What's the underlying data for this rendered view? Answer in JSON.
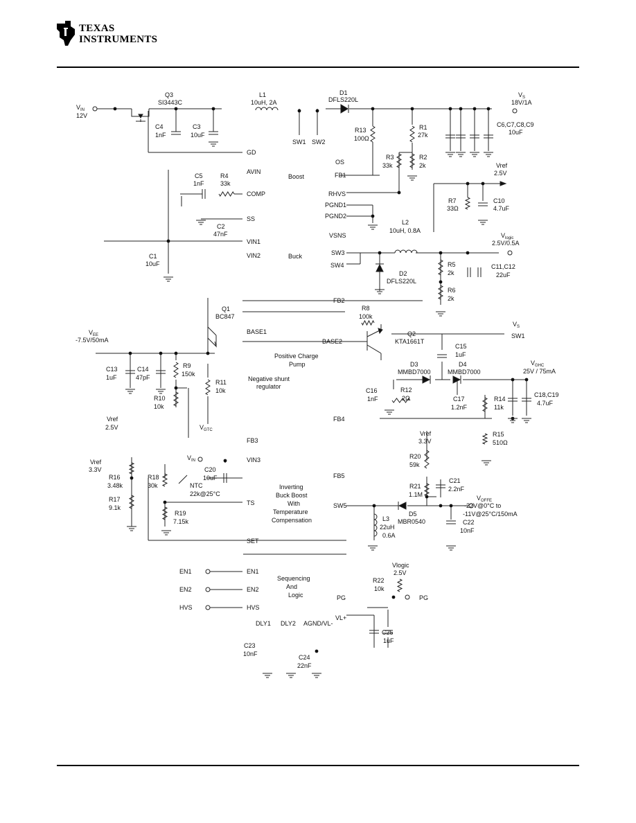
{
  "header": {
    "logo_line1": "TEXAS",
    "logo_line2": "INSTRUMENTS"
  },
  "labels": [
    {
      "id": "vin",
      "t": "V",
      "sub": "IN"
    },
    {
      "id": "vin_val",
      "t": "12V"
    },
    {
      "id": "q3",
      "t": "Q3"
    },
    {
      "id": "q3_part",
      "t": "SI3443C"
    },
    {
      "id": "c4",
      "t": "C4"
    },
    {
      "id": "c4_val",
      "t": "1nF"
    },
    {
      "id": "c3",
      "t": "C3"
    },
    {
      "id": "c3_val",
      "t": "10uF"
    },
    {
      "id": "l1",
      "t": "L1"
    },
    {
      "id": "l1_val",
      "t": "10uH, 2A"
    },
    {
      "id": "d1",
      "t": "D1"
    },
    {
      "id": "d1_part",
      "t": "DFLS220L"
    },
    {
      "id": "vs",
      "t": "V",
      "sub": "S"
    },
    {
      "id": "vs_val",
      "t": "18V/1A"
    },
    {
      "id": "c6",
      "t": "C6,C7,C8,C9"
    },
    {
      "id": "c6_val",
      "t": "10uF"
    },
    {
      "id": "sw1",
      "t": "SW1"
    },
    {
      "id": "sw2",
      "t": "SW2"
    },
    {
      "id": "r13",
      "t": "R13"
    },
    {
      "id": "r13_val",
      "t": "100Ω"
    },
    {
      "id": "r1",
      "t": "R1"
    },
    {
      "id": "r1_val",
      "t": "27k"
    },
    {
      "id": "gd",
      "t": "GD"
    },
    {
      "id": "os",
      "t": "OS"
    },
    {
      "id": "r3",
      "t": "R3"
    },
    {
      "id": "r3_val",
      "t": "33k"
    },
    {
      "id": "r2",
      "t": "R2"
    },
    {
      "id": "r2_val",
      "t": "2k"
    },
    {
      "id": "avin",
      "t": "AVIN"
    },
    {
      "id": "boost",
      "t": "Boost"
    },
    {
      "id": "fb1",
      "t": "FB1"
    },
    {
      "id": "vref1",
      "t": "Vref"
    },
    {
      "id": "vref1_val",
      "t": "2.5V"
    },
    {
      "id": "c5",
      "t": "C5"
    },
    {
      "id": "c5_val",
      "t": "1nF"
    },
    {
      "id": "r4",
      "t": "R4"
    },
    {
      "id": "r4_val",
      "t": "33k"
    },
    {
      "id": "comp",
      "t": "COMP"
    },
    {
      "id": "rhvs",
      "t": "RHVS"
    },
    {
      "id": "r7",
      "t": "R7"
    },
    {
      "id": "r7_val",
      "t": "33Ω"
    },
    {
      "id": "c10",
      "t": "C10"
    },
    {
      "id": "c10_val",
      "t": "4.7uF"
    },
    {
      "id": "pgnd1",
      "t": "PGND1"
    },
    {
      "id": "pgnd2",
      "t": "PGND2"
    },
    {
      "id": "ss",
      "t": "SS"
    },
    {
      "id": "l2",
      "t": "L2"
    },
    {
      "id": "l2_val",
      "t": "10uH, 0.8A"
    },
    {
      "id": "c2",
      "t": "C2"
    },
    {
      "id": "c2_val",
      "t": "47nF"
    },
    {
      "id": "vsns",
      "t": "VSNS"
    },
    {
      "id": "vlogic",
      "t": "V",
      "sub": "logic"
    },
    {
      "id": "vlogic_val",
      "t": "2.5V/0.5A"
    },
    {
      "id": "vin1",
      "t": "VIN1"
    },
    {
      "id": "c1",
      "t": "C1"
    },
    {
      "id": "c1_val",
      "t": "10uF"
    },
    {
      "id": "vin2",
      "t": "VIN2"
    },
    {
      "id": "buck",
      "t": "Buck"
    },
    {
      "id": "sw3",
      "t": "SW3"
    },
    {
      "id": "r5",
      "t": "R5"
    },
    {
      "id": "r5_val",
      "t": "2k"
    },
    {
      "id": "c11",
      "t": "C11,C12"
    },
    {
      "id": "c11_val",
      "t": "22uF"
    },
    {
      "id": "sw4",
      "t": "SW4"
    },
    {
      "id": "d2",
      "t": "D2"
    },
    {
      "id": "d2_part",
      "t": "DFLS220L"
    },
    {
      "id": "r6",
      "t": "R6"
    },
    {
      "id": "r6_val",
      "t": "2k"
    },
    {
      "id": "fb2",
      "t": "FB2"
    },
    {
      "id": "q1",
      "t": "Q1"
    },
    {
      "id": "q1_part",
      "t": "BC847"
    },
    {
      "id": "r8",
      "t": "R8"
    },
    {
      "id": "r8_val",
      "t": "100k"
    },
    {
      "id": "vs2",
      "t": "V",
      "sub": "S"
    },
    {
      "id": "vee",
      "t": "V",
      "sub": "EE"
    },
    {
      "id": "vee_val",
      "t": "-7.5V/50mA"
    },
    {
      "id": "base1",
      "t": "BASE1"
    },
    {
      "id": "q2",
      "t": "Q2"
    },
    {
      "id": "q2_part",
      "t": "KTA1661T"
    },
    {
      "id": "base2",
      "t": "BASE2"
    },
    {
      "id": "sw1b",
      "t": "SW1"
    },
    {
      "id": "r9",
      "t": "R9"
    },
    {
      "id": "r9_val",
      "t": "150k"
    },
    {
      "id": "poscp1",
      "t": "Positive Charge"
    },
    {
      "id": "poscp2",
      "t": "Pump"
    },
    {
      "id": "c15",
      "t": "C15"
    },
    {
      "id": "c15_val",
      "t": "1uF"
    },
    {
      "id": "c13",
      "t": "C13"
    },
    {
      "id": "c13_val",
      "t": "1uF"
    },
    {
      "id": "c14",
      "t": "C14"
    },
    {
      "id": "c14_val",
      "t": "47pF"
    },
    {
      "id": "d3",
      "t": "D3"
    },
    {
      "id": "d3_part",
      "t": "MMBD7000"
    },
    {
      "id": "d4",
      "t": "D4"
    },
    {
      "id": "d4_part",
      "t": "MMBD7000"
    },
    {
      "id": "vghc",
      "t": "V",
      "sub": "GHC"
    },
    {
      "id": "vghc_val",
      "t": "25V / 75mA"
    },
    {
      "id": "negsh1",
      "t": "Negative shunt"
    },
    {
      "id": "negsh2",
      "t": "regulator"
    },
    {
      "id": "r11",
      "t": "R11"
    },
    {
      "id": "r11_val",
      "t": "10k"
    },
    {
      "id": "c16",
      "t": "C16"
    },
    {
      "id": "c16_val",
      "t": "1nF"
    },
    {
      "id": "r12",
      "t": "R12"
    },
    {
      "id": "r12_val",
      "t": "2Ω"
    },
    {
      "id": "c17",
      "t": "C17"
    },
    {
      "id": "c17_val",
      "t": "1.2nF"
    },
    {
      "id": "r14",
      "t": "R14"
    },
    {
      "id": "r14_val",
      "t": "11k"
    },
    {
      "id": "c18",
      "t": "C18,C19"
    },
    {
      "id": "c18_val",
      "t": "4.7uF"
    },
    {
      "id": "r10",
      "t": "R10"
    },
    {
      "id": "r10_val",
      "t": "10k"
    },
    {
      "id": "vref2",
      "t": "Vref"
    },
    {
      "id": "vref2_val",
      "t": "2.5V"
    },
    {
      "id": "vgtc",
      "t": "V",
      "sub": "GTC"
    },
    {
      "id": "fb4",
      "t": "FB4"
    },
    {
      "id": "r15",
      "t": "R15"
    },
    {
      "id": "r15_val",
      "t": "510Ω"
    },
    {
      "id": "fb3",
      "t": "FB3"
    },
    {
      "id": "vref3",
      "t": "Vref"
    },
    {
      "id": "vref3_val",
      "t": "3.3V"
    },
    {
      "id": "vref4",
      "t": "Vref"
    },
    {
      "id": "vref4_val",
      "t": "3.3V"
    },
    {
      "id": "vinb",
      "t": "V",
      "sub": "IN"
    },
    {
      "id": "vin3",
      "t": "VIN3"
    },
    {
      "id": "r20",
      "t": "R20"
    },
    {
      "id": "r20_val",
      "t": "59k"
    },
    {
      "id": "r16",
      "t": "R16"
    },
    {
      "id": "r16_val",
      "t": "3.48k"
    },
    {
      "id": "r18",
      "t": "R18"
    },
    {
      "id": "r18_val",
      "t": "30k"
    },
    {
      "id": "c20",
      "t": "C20"
    },
    {
      "id": "c20_val",
      "t": "10uF"
    },
    {
      "id": "fb5",
      "t": "FB5"
    },
    {
      "id": "ntc",
      "t": "NTC"
    },
    {
      "id": "ntc_val",
      "t": "22k@25°C"
    },
    {
      "id": "ibb1",
      "t": "Inverting"
    },
    {
      "id": "ibb2",
      "t": "Buck Boost"
    },
    {
      "id": "ibb3",
      "t": "With"
    },
    {
      "id": "ibb4",
      "t": "Temperature"
    },
    {
      "id": "ibb5",
      "t": "Compensation"
    },
    {
      "id": "r21",
      "t": "R21"
    },
    {
      "id": "r21_val",
      "t": "1.1M"
    },
    {
      "id": "c21",
      "t": "C21"
    },
    {
      "id": "c21_val",
      "t": "2.2nF"
    },
    {
      "id": "r17",
      "t": "R17"
    },
    {
      "id": "r17_val",
      "t": "9.1k"
    },
    {
      "id": "ts",
      "t": "TS"
    },
    {
      "id": "sw5",
      "t": "SW5"
    },
    {
      "id": "voffe",
      "t": "V",
      "sub": "OFFE"
    },
    {
      "id": "voffe_v1",
      "t": "-22V@0°C to"
    },
    {
      "id": "voffe_v2",
      "t": "-11V@25°C/150mA"
    },
    {
      "id": "r19",
      "t": "R19"
    },
    {
      "id": "r19_val",
      "t": "7.15k"
    },
    {
      "id": "d5",
      "t": "D5"
    },
    {
      "id": "d5_part",
      "t": "MBR0540"
    },
    {
      "id": "l3",
      "t": "L3"
    },
    {
      "id": "l3_val",
      "t": "22uH"
    },
    {
      "id": "l3_i",
      "t": "0.6A"
    },
    {
      "id": "c22",
      "t": "C22"
    },
    {
      "id": "c22_val",
      "t": "10nF"
    },
    {
      "id": "set",
      "t": "SET"
    },
    {
      "id": "vlogic2",
      "t": "Vlogic"
    },
    {
      "id": "vlogic2_val",
      "t": "2.5V"
    },
    {
      "id": "en1l",
      "t": "EN1"
    },
    {
      "id": "en1r",
      "t": "EN1"
    },
    {
      "id": "seq1",
      "t": "Sequencing"
    },
    {
      "id": "seq2",
      "t": "And"
    },
    {
      "id": "seq3",
      "t": "Logic"
    },
    {
      "id": "r22",
      "t": "R22"
    },
    {
      "id": "r22_val",
      "t": "10k"
    },
    {
      "id": "en2l",
      "t": "EN2"
    },
    {
      "id": "en2r",
      "t": "EN2"
    },
    {
      "id": "pg",
      "t": "PG"
    },
    {
      "id": "pg2",
      "t": "PG"
    },
    {
      "id": "hvsl",
      "t": "HVS"
    },
    {
      "id": "hvsr",
      "t": "HVS"
    },
    {
      "id": "dly1",
      "t": "DLY1"
    },
    {
      "id": "dly2",
      "t": "DLY2"
    },
    {
      "id": "agnd",
      "t": "AGND/VL-"
    },
    {
      "id": "vlp",
      "t": "VL+"
    },
    {
      "id": "c25",
      "t": "C25"
    },
    {
      "id": "c25_val",
      "t": "1uF"
    },
    {
      "id": "c23",
      "t": "C23"
    },
    {
      "id": "c23_val",
      "t": "10nF"
    },
    {
      "id": "c24",
      "t": "C24"
    },
    {
      "id": "c24_val",
      "t": "22nF"
    }
  ]
}
